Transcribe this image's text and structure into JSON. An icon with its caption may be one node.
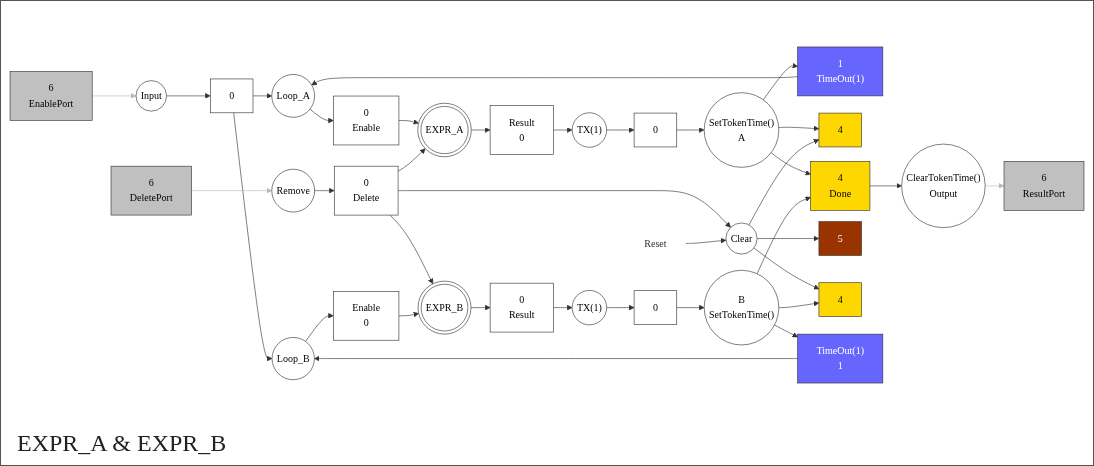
{
  "diagram": {
    "title": "EXPR_A & EXPR_B",
    "nodes": [
      {
        "text": [
          "6",
          "EnablePort"
        ]
      },
      {
        "text": [
          "Input"
        ]
      },
      {
        "text": [
          "0"
        ]
      },
      {
        "text": [
          "6",
          "DeletePort"
        ]
      },
      {
        "text": [
          "Remove"
        ]
      },
      {
        "text": [
          "0",
          "Delete"
        ]
      },
      {
        "text": [
          "Loop_A"
        ]
      },
      {
        "text": [
          "0",
          "Enable"
        ]
      },
      {
        "text": [
          "EXPR_A"
        ]
      },
      {
        "text": [
          "Result",
          "0"
        ]
      },
      {
        "text": [
          "TX(1)"
        ]
      },
      {
        "text": [
          "0"
        ]
      },
      {
        "text": [
          "SetTokenTime()",
          "A"
        ]
      },
      {
        "text": [
          "1",
          "TimeOut(1)"
        ]
      },
      {
        "text": [
          "4"
        ]
      },
      {
        "text": [
          "Clear"
        ]
      },
      {
        "text": [
          "Reset"
        ]
      },
      {
        "text": [
          "4",
          "Done"
        ]
      },
      {
        "text": [
          "ClearTokenTime()",
          "Output"
        ]
      },
      {
        "text": [
          "6",
          "ResultPort"
        ]
      },
      {
        "text": [
          "5"
        ]
      },
      {
        "text": [
          "4"
        ]
      },
      {
        "text": [
          "Loop_B"
        ]
      },
      {
        "text": [
          "Enable",
          "0"
        ]
      },
      {
        "text": [
          "EXPR_B"
        ]
      },
      {
        "text": [
          "0",
          "Result"
        ]
      },
      {
        "text": [
          "TX(1)"
        ]
      },
      {
        "text": [
          "0"
        ]
      },
      {
        "text": [
          "B",
          "SetTokenTime()"
        ]
      },
      {
        "text": [
          "TimeOut(1)",
          "1"
        ]
      }
    ],
    "edges": [
      {
        "from": 0,
        "to": 1,
        "arrow": "to",
        "color": "#b4bcb4"
      },
      {
        "from": 1,
        "to": 2,
        "arrow": "to"
      },
      {
        "from": 2,
        "to": 6,
        "arrow": "to"
      },
      {
        "from": 2,
        "to": 22,
        "arrow": "to"
      },
      {
        "from": 3,
        "to": 4,
        "arrow": "to",
        "color": "#b4bcb4"
      },
      {
        "from": 4,
        "to": 5,
        "arrow": "to"
      },
      {
        "from": 6,
        "to": 7,
        "arrow": "to"
      },
      {
        "from": 7,
        "to": 8,
        "arrow": "to"
      },
      {
        "from": 5,
        "to": 8,
        "arrow": "to"
      },
      {
        "from": 5,
        "to": 24,
        "arrow": "to"
      },
      {
        "from": 5,
        "to": 15,
        "arrow": "to"
      },
      {
        "from": 8,
        "to": 9,
        "arrow": "to"
      },
      {
        "from": 9,
        "to": 10,
        "arrow": "to"
      },
      {
        "from": 10,
        "to": 11,
        "arrow": "to"
      },
      {
        "from": 11,
        "to": 12,
        "arrow": "to"
      },
      {
        "from": 12,
        "to": 13,
        "arrow": "to"
      },
      {
        "from": 13,
        "to": 6,
        "arrow": "to"
      },
      {
        "from": 12,
        "to": 14,
        "arrow": "to"
      },
      {
        "from": 12,
        "to": 17,
        "arrow": "to"
      },
      {
        "from": 15,
        "to": 14,
        "arrow": "to"
      },
      {
        "from": 16,
        "to": 15,
        "arrow": "to"
      },
      {
        "from": 15,
        "to": 21,
        "arrow": "to"
      },
      {
        "from": 15,
        "to": 20,
        "arrow": "to"
      },
      {
        "from": 17,
        "to": 18,
        "arrow": "to"
      },
      {
        "from": 18,
        "to": 19,
        "arrow": "to",
        "color": "#b4bcb4"
      },
      {
        "from": 28,
        "to": 21,
        "arrow": "to"
      },
      {
        "from": 28,
        "to": 17,
        "arrow": "to"
      },
      {
        "from": 28,
        "to": 29,
        "arrow": "to"
      },
      {
        "from": 29,
        "to": 22,
        "arrow": "to"
      },
      {
        "from": 22,
        "to": 23,
        "arrow": "to"
      },
      {
        "from": 23,
        "to": 24,
        "arrow": "to"
      },
      {
        "from": 24,
        "to": 25,
        "arrow": "to"
      },
      {
        "from": 25,
        "to": 26,
        "arrow": "to"
      },
      {
        "from": 26,
        "to": 27,
        "arrow": "to"
      },
      {
        "from": 27,
        "to": 28,
        "arrow": "to"
      }
    ]
  }
}
